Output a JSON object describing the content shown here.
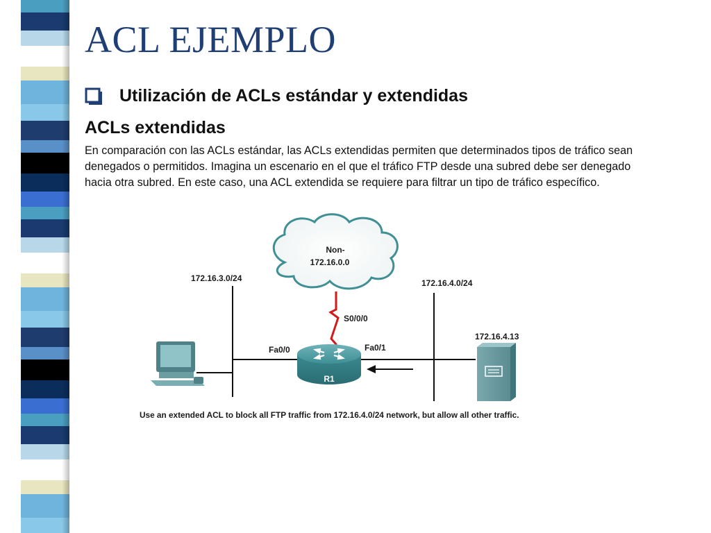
{
  "slide": {
    "title": "ACL EJEMPLO",
    "bullet": "Utilización de ACLs estándar y extendidas",
    "subheading": "ACLs extendidas",
    "body_lines": [
      "En comparación con las ACLs estándar, las ACLs extendidas permiten que determinados tipos de tráfico sean",
      "denegados o permitidos. Imagina un escenario en el que el tráfico FTP desde una subred debe ser denegado",
      "hacia otra subred. En este caso, una ACL extendida se requiere para filtrar un tipo de tráfico específico."
    ]
  },
  "diagram": {
    "cloud_label_line1": "Non-",
    "cloud_label_line2": "172.16.0.0",
    "left_network": "172.16.3.0/24",
    "right_network": "172.16.4.0/24",
    "serial_interface": "S0/0/0",
    "left_interface": "Fa0/0",
    "right_interface": "Fa0/1",
    "router_name": "R1",
    "server_address": "172.16.4.13",
    "caption": "Use an extended ACL to block all FTP traffic from 172.16.4.0/24 network, but allow all other traffic."
  },
  "colors": {
    "title": "#1f3e74",
    "serial_link": "#d21a1a",
    "router": "#3f8f95",
    "device": "#5e8f95"
  }
}
